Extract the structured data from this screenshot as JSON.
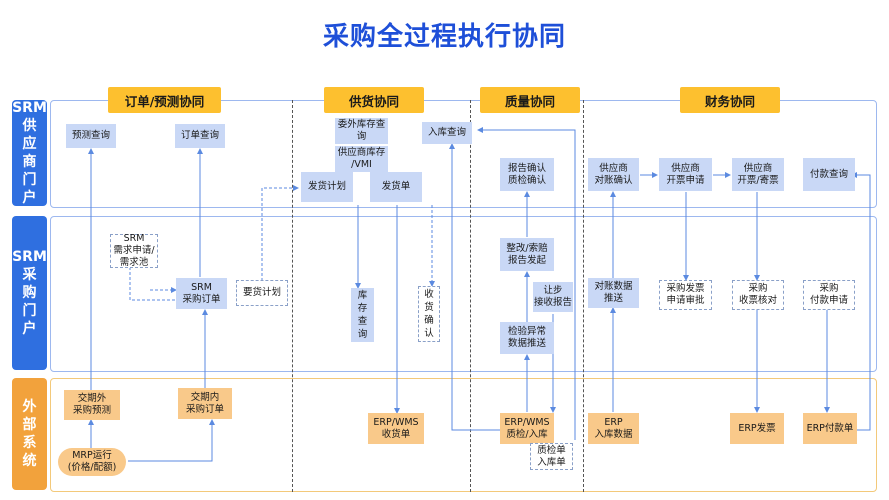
{
  "title": "采购全过程执行协同",
  "lanes": {
    "srm_supplier": "SRM\n供\n应\n商\n门\n户",
    "srm_purchase": "SRM\n采\n购\n门\n户",
    "external": "外\n部\n系\n统"
  },
  "phases": {
    "order": "订单/预测协同",
    "supply": "供货协同",
    "quality": "质量协同",
    "finance": "财务协同"
  },
  "boxes": {
    "forecast_query": "预测查询",
    "order_query": "订单查询",
    "outsource_stock_query": "委外库存查询",
    "supplier_stock_vmi": "供应商库存\n/VMI",
    "inbound_query": "入库查询",
    "delivery_plan": "发货计划",
    "delivery_note": "发货单",
    "report_confirm": "报告确认\n质检确认",
    "supplier_reconcile": "供应商\n对账确认",
    "supplier_invoice_apply": "供应商\n开票申请",
    "supplier_invoice_send": "供应商\n开票/寄票",
    "payment_query": "付款查询",
    "srm_demand": "SRM\n需求申请/\n需求池",
    "srm_po": "SRM\n采购订单",
    "need_plan": "要货计划",
    "stock_query": "库\n存\n查\n询",
    "receipt_confirm": "收\n货\n确\n认",
    "rectify_claim": "整改/索赔\n报告发起",
    "concession": "让步\n接收报告",
    "inspect_abnormal": "检验异常\n数据推送",
    "reconcile_push": "对账数据\n推送",
    "purchase_invoice_approve": "采购发票\n申请审批",
    "purchase_invoice_check": "采购\n收票核对",
    "purchase_pay_apply": "采购\n付款申请",
    "ext_forecast": "交期外\n采购预测",
    "ext_order": "交期内\n采购订单",
    "mrp": "MRP运行\n(价格/配额)",
    "erp_wms_delivery": "ERP/WMS\n收货单",
    "erp_wms_quality": "ERP/WMS\n质检/入库",
    "quality_inbound": "质检单\n入库单",
    "erp_inbound": "ERP\n入库数据",
    "erp_invoice": "ERP发票",
    "erp_payment": "ERP付款单"
  },
  "colors": {
    "title": "#1e4fd8",
    "lane_blue": "#2f6fe0",
    "lane_orange": "#f2a23c",
    "phase": "#fdc02f",
    "box_blue": "#c9d8f6",
    "box_orange": "#f9c98a"
  }
}
